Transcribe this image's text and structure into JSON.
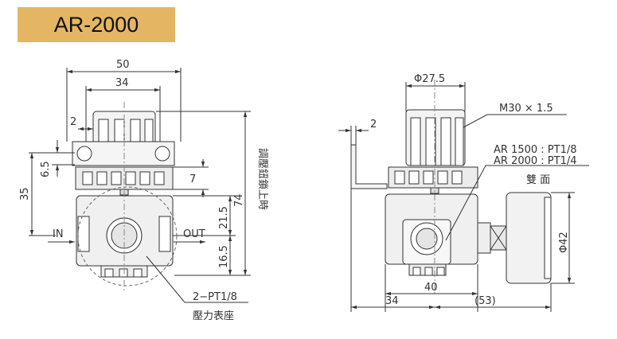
{
  "model": "AR-2000",
  "front_view": {
    "dim_50": "50",
    "dim_34": "34",
    "dim_2": "2",
    "dim_6_5": "6.5",
    "dim_35": "35",
    "dim_7": "7",
    "dim_21_5": "21.5",
    "dim_16_5": "16.5",
    "dim_74": "74",
    "in_label": "IN",
    "out_label": "OUT",
    "port_note": "2−PT1/8",
    "gauge_port": "壓力表座",
    "knob_note": "調壓鈕鎖上時"
  },
  "side_view": {
    "dim_dia_27_5": "Φ27.5",
    "dim_2": "2",
    "thread": "M30 × 1.5",
    "ar1500_port": "AR 1500 : PT1/8",
    "ar2000_port": "AR 2000 : PT1/4",
    "double_face": "雙 面",
    "dim_dia_42": "Φ42",
    "dim_40": "40",
    "dim_34": "34",
    "dim_53": "(53)"
  }
}
